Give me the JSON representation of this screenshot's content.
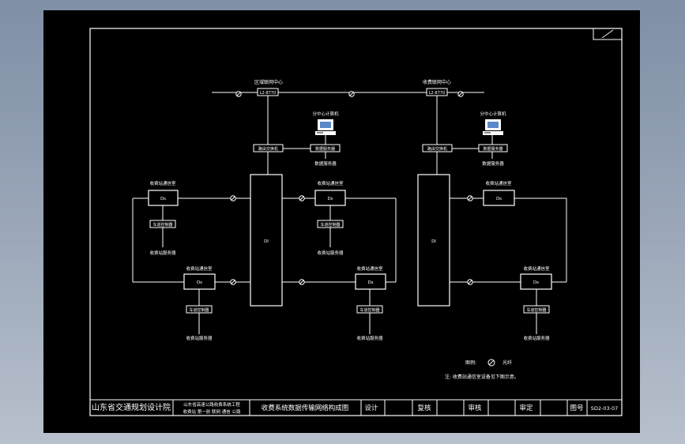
{
  "sheet_number": "",
  "centers": {
    "left": "区域联网中心",
    "right": "收费联网中心"
  },
  "switch_top_label": "L2-8770",
  "terminal": {
    "left": "分中心计算机",
    "right": "分中心计算机"
  },
  "router_label": "路由交换机",
  "server_label": "数据服务器",
  "big_box_label": "DI",
  "stations": {
    "left_tl": {
      "title": "收费站通信室",
      "device": "Ds",
      "sub": "车道控制器",
      "bottom": "收费站服务器"
    },
    "left_tr": {
      "title": "收费站通信室",
      "device": "Ds",
      "sub": "车道控制器",
      "bottom": "收费站服务器"
    },
    "left_bl": {
      "title": "收费站通信室",
      "device": "Ds",
      "sub": "车道控制器",
      "bottom": "收费站服务器"
    },
    "left_br": {
      "title": "收费站通信室",
      "device": "Ds",
      "sub": "车道控制器",
      "bottom": "收费站服务器"
    },
    "right_tl": {
      "title": "收费站通信室",
      "device": "Ds"
    },
    "right_br": {
      "title": "收费站通信室",
      "device": "Ds",
      "sub": "车道控制器",
      "bottom": "收费站服务器"
    }
  },
  "legend": {
    "label": "图例:",
    "symbol_name": "光纤",
    "note": "注: 收费站通信室设备见下图示意。"
  },
  "title_block": {
    "institute": "山东省交通规划设计院",
    "project_line1": "山东省高速公路收费系统工程",
    "project_line2": "收费站 第一册 联网 通信 公路",
    "drawing_title": "收费系统数据传输网络构成图",
    "design": "设计",
    "review": "复核",
    "check": "审核",
    "approve": "审定",
    "figno_label": "图号",
    "figno": "SD2-03-07"
  }
}
